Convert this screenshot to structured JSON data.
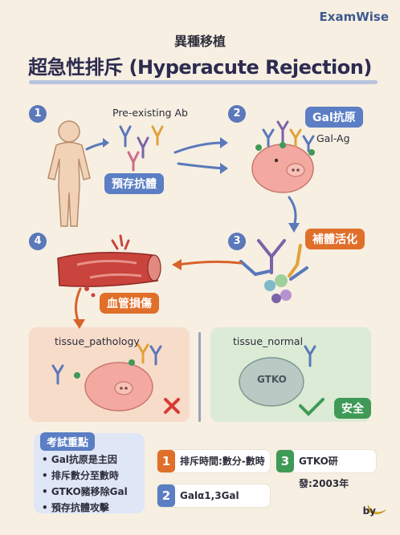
{
  "brand": "ExamWise",
  "subtitle": "異種移植",
  "title": "超急性排斥 (Hyperacute Rejection)",
  "steps": [
    {
      "num": "1",
      "tag": "預存抗體",
      "label": "Pre-existing Ab"
    },
    {
      "num": "2",
      "tag": "Gal抗原",
      "label": "Gal-Ag"
    },
    {
      "num": "3",
      "tag": "補體活化"
    },
    {
      "num": "4",
      "tag": "血管損傷"
    }
  ],
  "panels": {
    "pathology": {
      "label": "tissue_pathology"
    },
    "normal": {
      "label": "tissue_normal",
      "cell_label": "GTKO",
      "tag": "安全"
    }
  },
  "exam": {
    "heading": "考試重點",
    "bullets": [
      "Gal抗原是主因",
      "排斥數分至數時",
      "GTKO豬移除Gal",
      "預存抗體攻擊"
    ]
  },
  "facts": [
    {
      "num": "1",
      "text": "排斥時間:數分-數時",
      "color": "#e06f2a"
    },
    {
      "num": "3",
      "text": "GTKO研發:2003年",
      "color": "#3f9a57"
    },
    {
      "num": "2",
      "text": "Galα1,3Gal",
      "color": "#5b7ec4"
    }
  ],
  "footer": {
    "by": "by"
  }
}
